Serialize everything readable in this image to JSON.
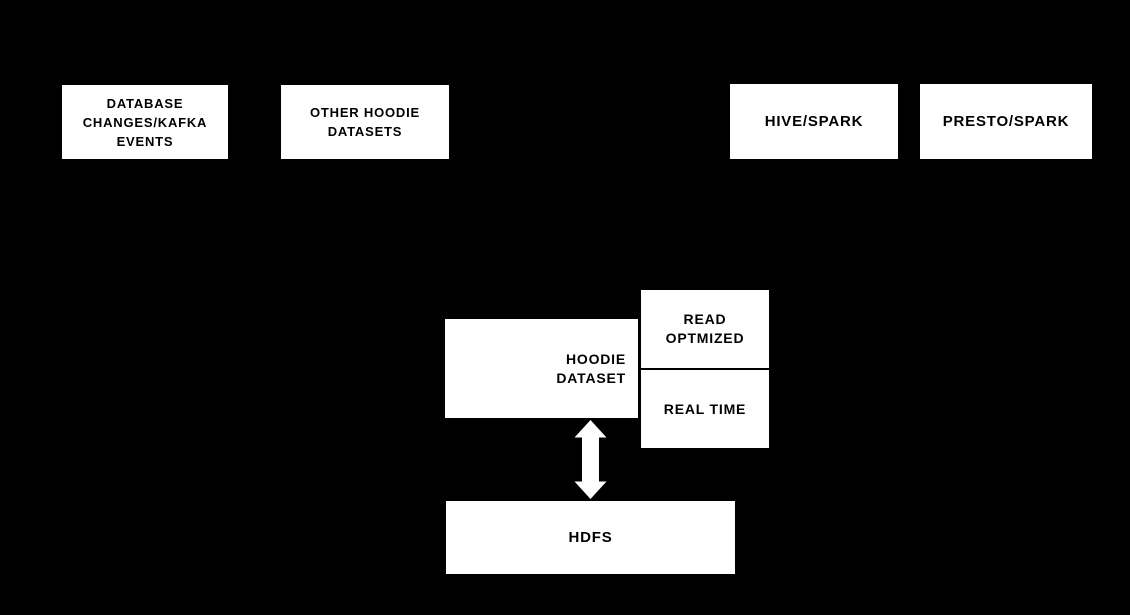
{
  "colors": {
    "background": "#000000",
    "node_fill": "#ffffff",
    "node_text": "#000000",
    "arrow": "#ffffff"
  },
  "nodes": {
    "database_changes": {
      "label": "DATABASE\nCHANGES/KAFKA\nEVENTS"
    },
    "other_hoodie_datasets": {
      "label": "OTHER HOODIE\nDATASETS"
    },
    "hive_spark": {
      "label": "HIVE/SPARK"
    },
    "presto_spark": {
      "label": "PRESTO/SPARK"
    },
    "hoodie_dataset": {
      "label": "HOODIE\nDATASET"
    },
    "read_optimized": {
      "label": "READ\nOPTMIZED"
    },
    "real_time": {
      "label": "REAL TIME"
    },
    "hdfs": {
      "label": "HDFS"
    }
  },
  "connections": [
    {
      "from": "hoodie_dataset",
      "to": "hdfs",
      "type": "double-headed-vertical-arrow"
    }
  ]
}
